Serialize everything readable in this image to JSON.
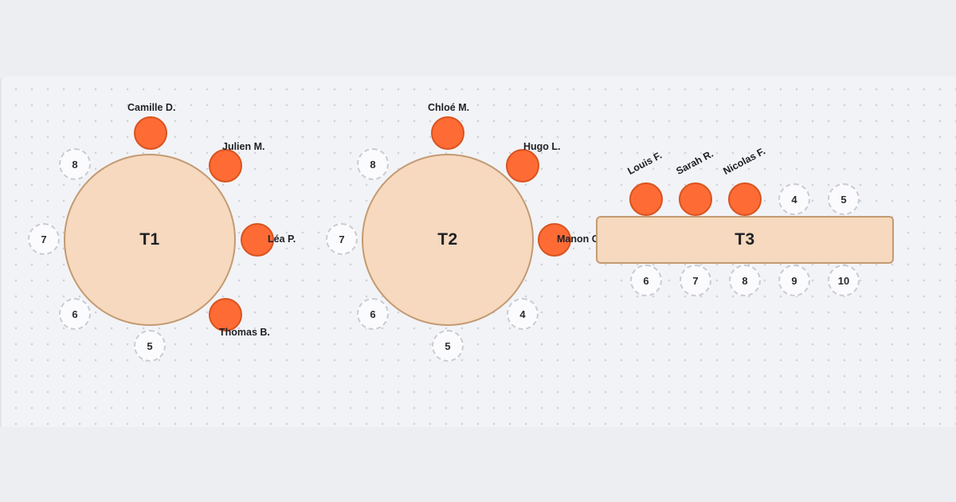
{
  "tables": [
    {
      "label": "T1",
      "guests": [
        "Camille D.",
        "Julien M.",
        "Léa P.",
        "Thomas B."
      ],
      "empty_seats": [
        "8",
        "7",
        "6",
        "5"
      ]
    },
    {
      "label": "T2",
      "guests": [
        "Chloé M.",
        "Hugo L.",
        "Manon G."
      ],
      "empty_seats": [
        "8",
        "7",
        "6",
        "5",
        "4"
      ]
    },
    {
      "label": "T3",
      "guests": [
        "Louis F.",
        "Sarah R.",
        "Nicolas F."
      ],
      "empty_seats": [
        "4",
        "5",
        "6",
        "7",
        "8",
        "9",
        "10"
      ]
    }
  ],
  "colors": {
    "occupied_seat": "#ff6b35",
    "table_fill": "#f6d9be",
    "table_border": "#c39a72",
    "empty_seat_border": "#c9ccd3"
  }
}
